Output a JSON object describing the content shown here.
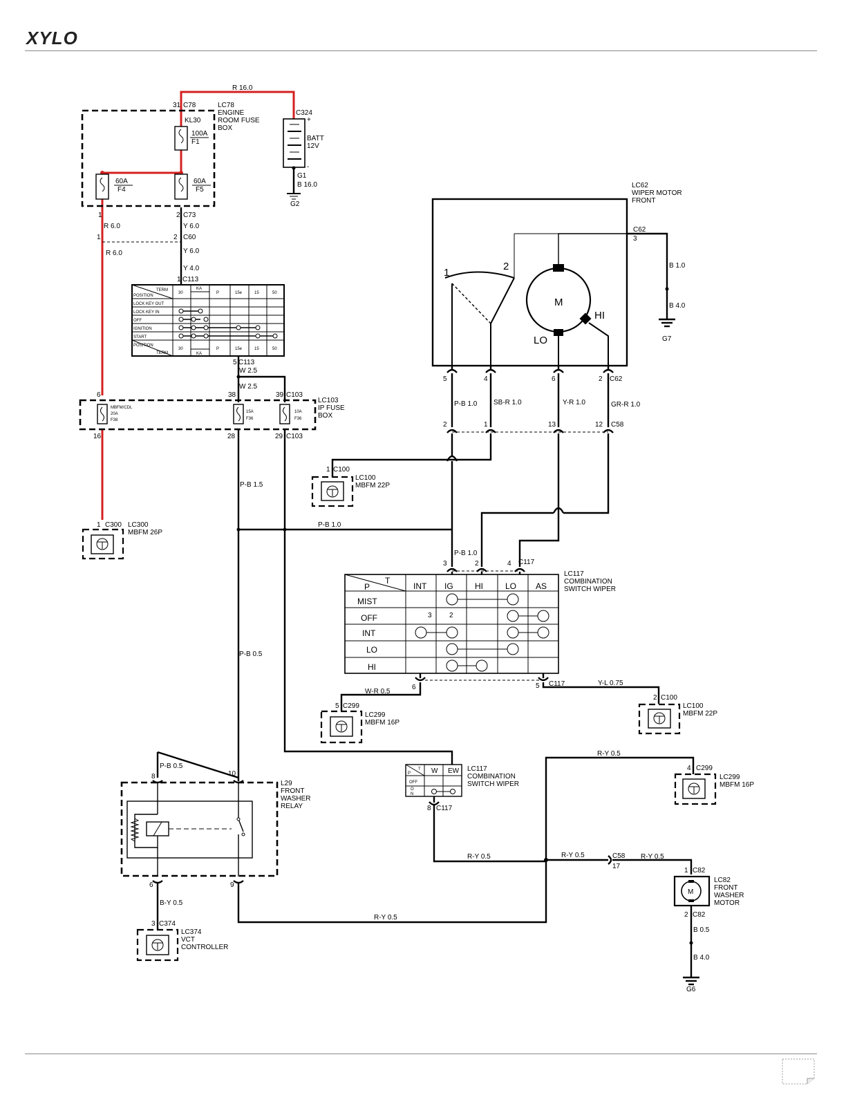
{
  "header": {
    "logo": "XYLO"
  },
  "battery": {
    "connector": "C324",
    "label": [
      "BATT",
      "12V"
    ],
    "ground": "G1",
    "ground_wire": "B 16.0",
    "ground_name": "G2",
    "plus": "+",
    "minus": "-"
  },
  "engine_fuse_box": {
    "name": [
      "LC78",
      "ENGINE",
      "ROOM FUSE",
      "BOX"
    ],
    "connector_top": "C78",
    "pin_top": "31",
    "kl30": "KL30",
    "fuse_main": [
      "100A",
      "F1"
    ],
    "fuse_f4": [
      "60A",
      "F4"
    ],
    "fuse_f5": [
      "60A",
      "F5"
    ],
    "pin_f4": "1",
    "pin_f5": "2",
    "connector_bottom": "C73"
  },
  "wires": {
    "r16": "R 16.0",
    "r6a": "R 6.0",
    "r6b": "R 6.0",
    "y6a": "Y 6.0",
    "y6b": "Y 6.0",
    "y4": "Y 4.0",
    "w25a": "W 2.5",
    "w25b": "W 2.5",
    "pb15": "P-B 1.5",
    "pb10a": "P-B 1.0",
    "pb10b": "P-B 1.0",
    "pb10c": "P-B 1.0",
    "sbr10": "SB-R 1.0",
    "yr10": "Y-R 1.0",
    "grr10": "GR-R 1.0",
    "pb05a": "P-B 0.5",
    "pb05b": "P-B 0.5",
    "wr05": "W-R 0.5",
    "yl075": "Y-L 0.75",
    "ry05a": "R-Y 0.5",
    "ry05b": "R-Y 0.5",
    "ry05c": "R-Y 0.5",
    "ry05d": "R-Y 0.5",
    "ry05e": "R-Y 0.5",
    "by05": "B-Y 0.5",
    "b10": "B 1.0",
    "b40a": "B 4.0",
    "b05": "B 0.5",
    "b40b": "B 4.0"
  },
  "c60": {
    "name": "C60",
    "pin1": "1",
    "pin2": "2"
  },
  "ignition_switch": {
    "connector_top": "C113",
    "pin_top": "1",
    "connector_bottom": "C113",
    "pin_bottom": "5",
    "term": "TERM",
    "position": "POSITION",
    "cols": [
      "30",
      "KA",
      "P",
      "15e",
      "15",
      "50"
    ],
    "rows": [
      "LOCK KEY OUT",
      "LOCK KEY IN",
      "OFF",
      "IGNITION",
      "START"
    ]
  },
  "ip_fuse_box": {
    "name": [
      "LC103",
      "IP FUSE",
      "BOX"
    ],
    "connector": "C103",
    "fuse1": [
      "MBFM/CDL",
      "20A",
      "F38"
    ],
    "fuse2": [
      "15A",
      "F36"
    ],
    "fuse3": [
      "10A",
      "F36"
    ],
    "pins_top": [
      "6",
      "38",
      "39"
    ],
    "pins_bottom": [
      "16",
      "28",
      "29"
    ],
    "connector_bottom": "C103"
  },
  "lc300": {
    "connector": "C300",
    "pin": "1",
    "name": [
      "LC300",
      "MBFM 26P"
    ]
  },
  "lc100a": {
    "connector": "C100",
    "pin": "1",
    "name": [
      "LC100",
      "MBFM 22P"
    ]
  },
  "wiper_motor": {
    "name": [
      "LC62",
      "WIPER MOTOR",
      "FRONT"
    ],
    "connector_side": "C62",
    "pin_side": "3",
    "motor": "M",
    "hi": "HI",
    "lo": "LO",
    "park1": "1",
    "park2": "2",
    "pins": [
      "5",
      "4",
      "6",
      "2"
    ],
    "connector_bottom": "C62",
    "ground": "G7"
  },
  "c58": {
    "name": "C58",
    "pins": [
      "2",
      "1",
      "13",
      "12"
    ],
    "pin17": "17"
  },
  "combo_switch": {
    "connector": "C117",
    "pins_top": [
      "3",
      "2",
      "4"
    ],
    "name": [
      "LC117",
      "COMBINATION",
      "SWITCH WIPER"
    ],
    "head_p": "P",
    "head_t": "T",
    "cols": [
      "INT",
      "IG",
      "HI",
      "LO",
      "AS"
    ],
    "rows": [
      "MIST",
      "OFF",
      "INT",
      "LO",
      "HI"
    ],
    "cell_nums": [
      "3",
      "2"
    ],
    "pins_bottom": [
      "6",
      "5"
    ],
    "connector_bottom": "C117"
  },
  "lc299a": {
    "connector": "C299",
    "pin": "5",
    "name": [
      "LC299",
      "MBFM 16P"
    ]
  },
  "lc100b": {
    "connector": "C100",
    "pin": "2",
    "name": [
      "LC100",
      "MBFM 22P"
    ]
  },
  "washer_switch": {
    "name": [
      "LC117",
      "COMBINATION",
      "SWITCH WIPER"
    ],
    "p": "P",
    "t": "T",
    "w": "W",
    "ew": "EW",
    "off": "OFF",
    "on": [
      "O",
      "N"
    ],
    "pin": "8",
    "connector": "C117"
  },
  "lc299b": {
    "connector": "C299",
    "pin": "4",
    "name": [
      "LC299",
      "MBFM 16P"
    ]
  },
  "washer_relay": {
    "name": [
      "L29",
      "FRONT",
      "WASHER",
      "RELAY"
    ],
    "pins": [
      "8",
      "10",
      "6",
      "9"
    ]
  },
  "lc374": {
    "connector": "C374",
    "pin": "3",
    "name": [
      "LC374",
      "VCT",
      "CONTROLLER"
    ]
  },
  "washer_motor": {
    "name": [
      "LC82",
      "FRONT",
      "WASHER",
      "MOTOR"
    ],
    "connector_top": "C82",
    "pin_top": "1",
    "connector_bottom": "C82",
    "pin_bottom": "2",
    "motor": "M",
    "ground": "G6"
  }
}
